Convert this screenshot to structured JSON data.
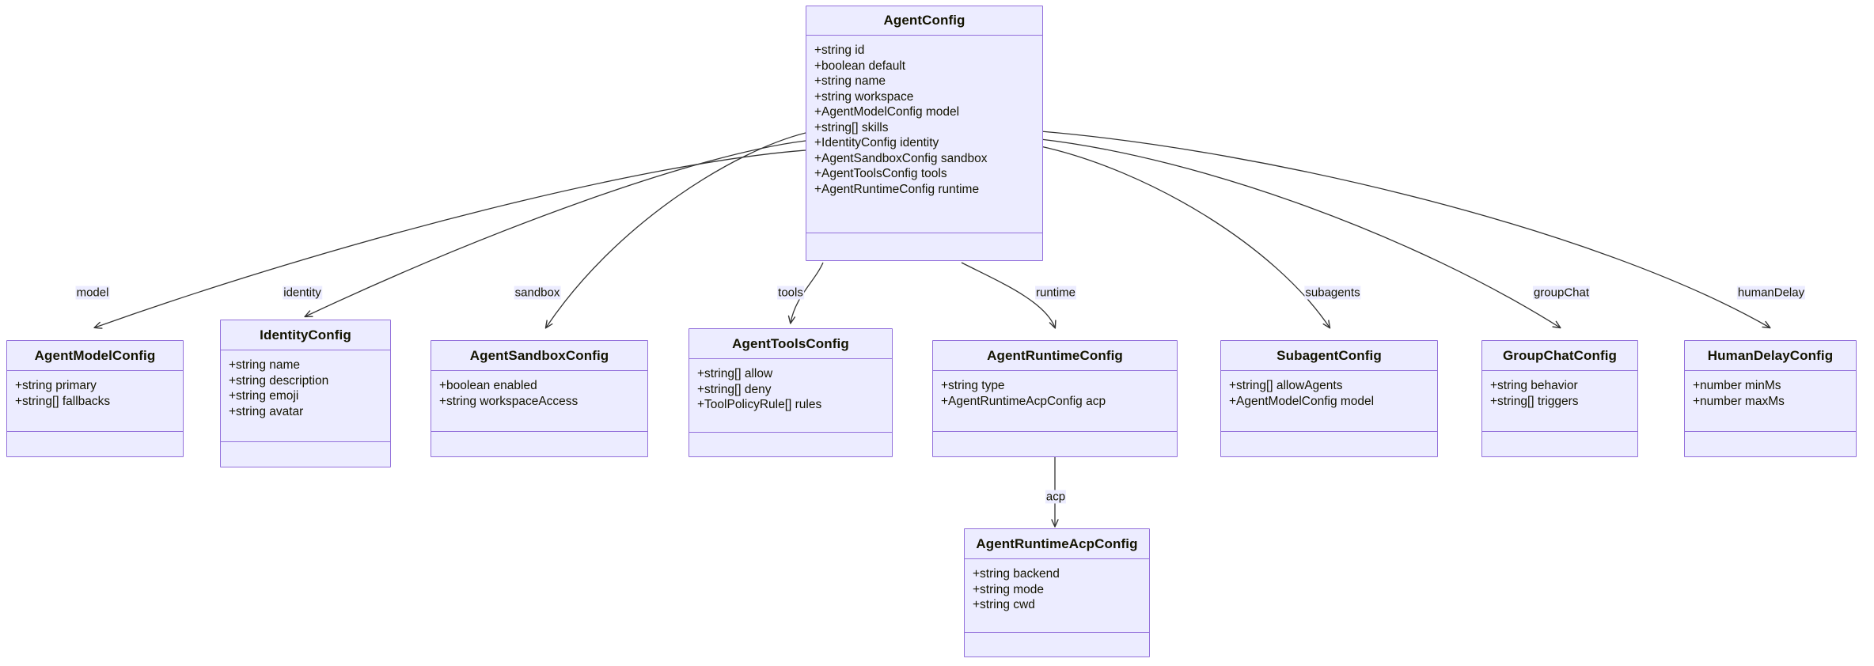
{
  "diagram": {
    "type": "uml-class-diagram",
    "title": "AgentConfig class diagram",
    "colors": {
      "node_fill": "#ECECFF",
      "node_border": "#9370DB",
      "edge_stroke": "#333333",
      "text": "#131300",
      "background": "#FFFFFF"
    }
  },
  "classes": {
    "agent_config": {
      "name": "AgentConfig",
      "attributes": [
        "+string id",
        "+boolean default",
        "+string name",
        "+string workspace",
        "+AgentModelConfig model",
        "+string[] skills",
        "+IdentityConfig identity",
        "+AgentSandboxConfig sandbox",
        "+AgentToolsConfig tools",
        "+AgentRuntimeConfig runtime"
      ],
      "methods": []
    },
    "agent_model_config": {
      "name": "AgentModelConfig",
      "attributes": [
        "+string primary",
        "+string[] fallbacks"
      ],
      "methods": []
    },
    "identity_config": {
      "name": "IdentityConfig",
      "attributes": [
        "+string name",
        "+string description",
        "+string emoji",
        "+string avatar"
      ],
      "methods": []
    },
    "agent_sandbox_config": {
      "name": "AgentSandboxConfig",
      "attributes": [
        "+boolean enabled",
        "+string workspaceAccess"
      ],
      "methods": []
    },
    "agent_tools_config": {
      "name": "AgentToolsConfig",
      "attributes": [
        "+string[] allow",
        "+string[] deny",
        "+ToolPolicyRule[] rules"
      ],
      "methods": []
    },
    "agent_runtime_config": {
      "name": "AgentRuntimeConfig",
      "attributes": [
        "+string type",
        "+AgentRuntimeAcpConfig acp"
      ],
      "methods": []
    },
    "subagent_config": {
      "name": "SubagentConfig",
      "attributes": [
        "+string[] allowAgents",
        "+AgentModelConfig model"
      ],
      "methods": []
    },
    "group_chat_config": {
      "name": "GroupChatConfig",
      "attributes": [
        "+string behavior",
        "+string[] triggers"
      ],
      "methods": []
    },
    "human_delay_config": {
      "name": "HumanDelayConfig",
      "attributes": [
        "+number minMs",
        "+number maxMs"
      ],
      "methods": []
    },
    "agent_runtime_acp_config": {
      "name": "AgentRuntimeAcpConfig",
      "attributes": [
        "+string backend",
        "+string mode",
        "+string cwd"
      ],
      "methods": []
    }
  },
  "relations": [
    {
      "from": "AgentConfig",
      "to": "AgentModelConfig",
      "label": "model"
    },
    {
      "from": "AgentConfig",
      "to": "IdentityConfig",
      "label": "identity"
    },
    {
      "from": "AgentConfig",
      "to": "AgentSandboxConfig",
      "label": "sandbox"
    },
    {
      "from": "AgentConfig",
      "to": "AgentToolsConfig",
      "label": "tools"
    },
    {
      "from": "AgentConfig",
      "to": "AgentRuntimeConfig",
      "label": "runtime"
    },
    {
      "from": "AgentConfig",
      "to": "SubagentConfig",
      "label": "subagents"
    },
    {
      "from": "AgentConfig",
      "to": "GroupChatConfig",
      "label": "groupChat"
    },
    {
      "from": "AgentConfig",
      "to": "HumanDelayConfig",
      "label": "humanDelay"
    },
    {
      "from": "AgentRuntimeConfig",
      "to": "AgentRuntimeAcpConfig",
      "label": "acp"
    }
  ]
}
